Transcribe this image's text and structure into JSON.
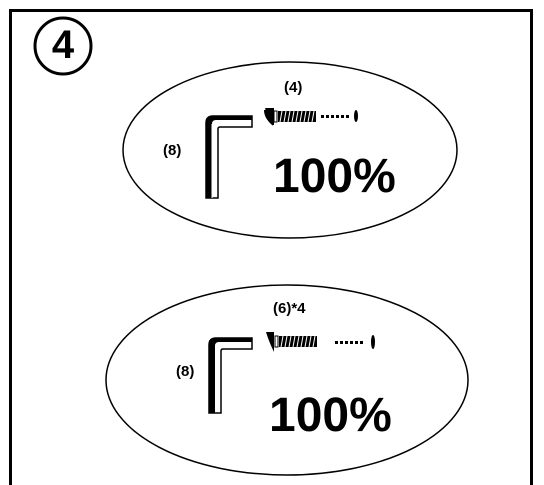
{
  "step": {
    "number": "4"
  },
  "panels": [
    {
      "screw_label": "(4)",
      "wrench_label": "(8)",
      "percentage": "100%",
      "icons": [
        "hex-key-icon",
        "screw-icon"
      ]
    },
    {
      "screw_label": "(6)*4",
      "wrench_label": "(8)",
      "percentage": "100%",
      "icons": [
        "hex-key-icon",
        "screw-icon"
      ]
    }
  ]
}
